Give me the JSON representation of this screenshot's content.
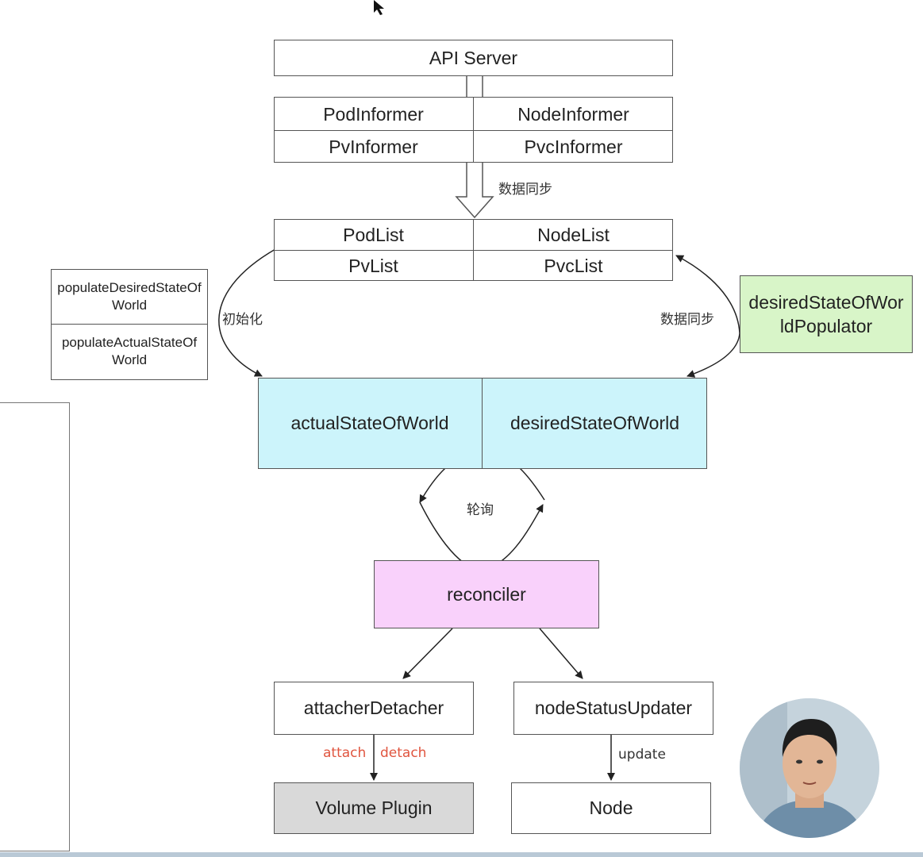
{
  "api_server": "API Server",
  "informers": {
    "pod": "PodInformer",
    "node": "NodeInformer",
    "pv": "PvInformer",
    "pvc": "PvcInformer"
  },
  "sync_label_top": "数据同步",
  "lists": {
    "pod": "PodList",
    "node": "NodeList",
    "pv": "PvList",
    "pvc": "PvcList"
  },
  "populate": {
    "desired": "populateDesiredStateOfWorld",
    "actual": "populateActualStateOfWorld"
  },
  "init_label": "初始化",
  "sync_label_right": "数据同步",
  "populator": "desiredStateOfWorldPopulator",
  "states": {
    "actual": "actualStateOfWorld",
    "desired": "desiredStateOfWorld"
  },
  "poll_label": "轮询",
  "reconciler": "reconciler",
  "attacher": "attacherDetacher",
  "updater": "nodeStatusUpdater",
  "attach_label": "attach",
  "detach_label": "detach",
  "update_label": "update",
  "volume_plugin": "Volume Plugin",
  "node": "Node",
  "colors": {
    "state_fill": "#ccf4fb",
    "populator_fill": "#d8f5c8",
    "reconciler_fill": "#f9d1fb",
    "plugin_fill": "#d9d9d9",
    "attach_label": "#e0553f"
  }
}
